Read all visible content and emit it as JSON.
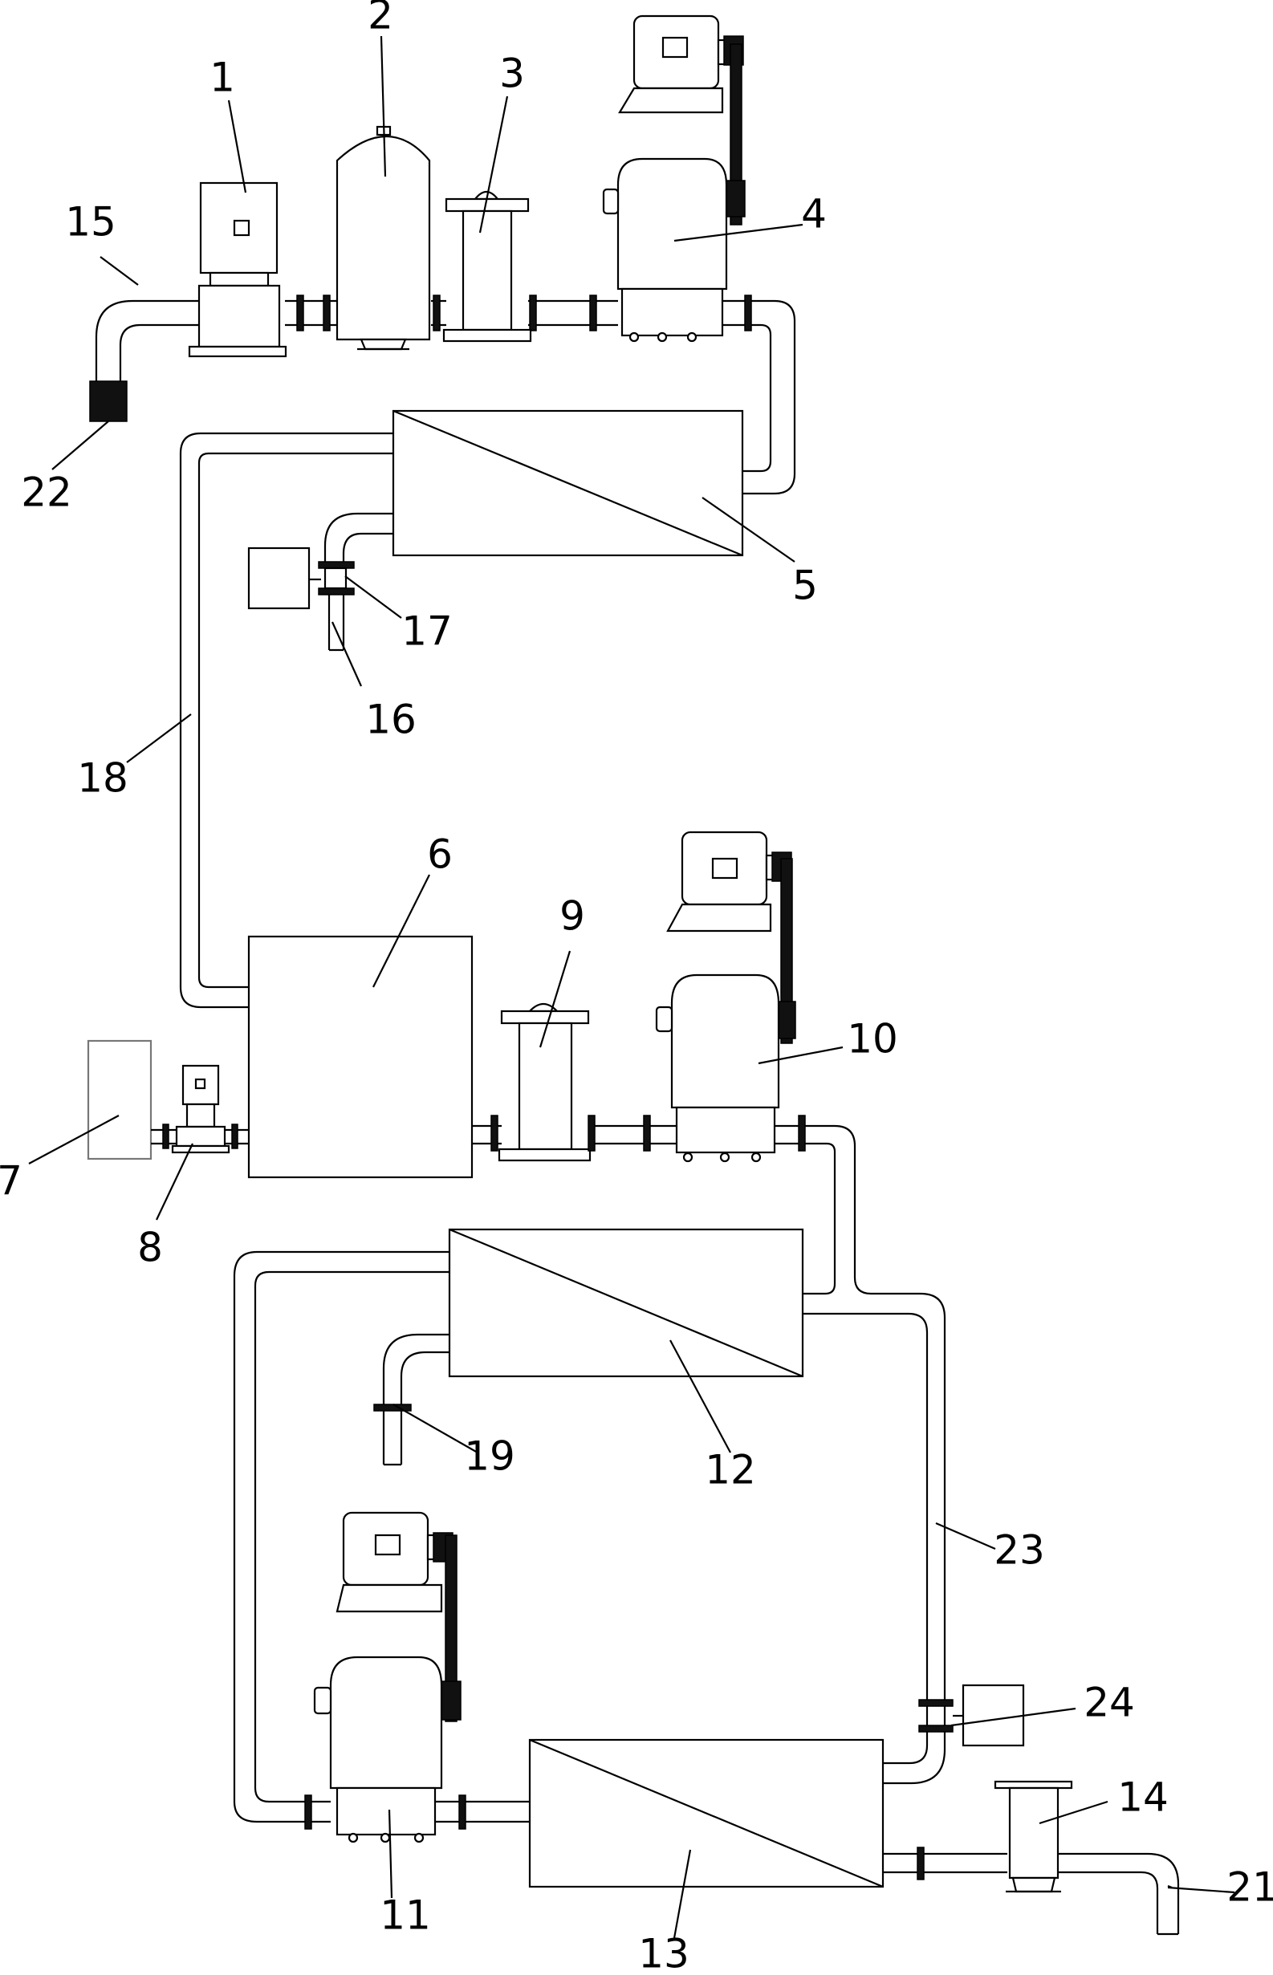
{
  "labels": {
    "l1": "1",
    "l2": "2",
    "l3": "3",
    "l4": "4",
    "l5": "5",
    "l6": "6",
    "l7": "7",
    "l8": "8",
    "l9": "9",
    "l10": "10",
    "l11": "11",
    "l12": "12",
    "l13": "13",
    "l14": "14",
    "l15": "15",
    "l16": "16",
    "l17": "17",
    "l18": "18",
    "l19": "19",
    "l21": "21",
    "l22": "22",
    "l23": "23",
    "l24": "24"
  }
}
